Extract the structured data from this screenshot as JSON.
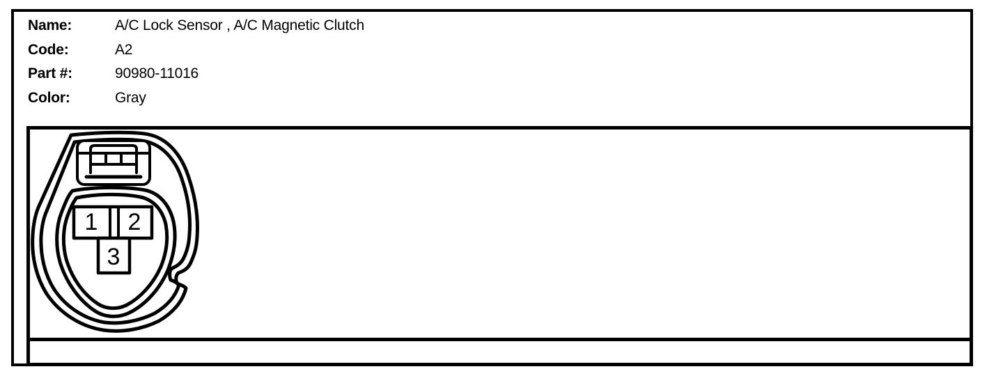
{
  "document": {
    "kind": "connector-pinout-page",
    "colors": {
      "ink": "#000000",
      "background": "#ffffff"
    }
  },
  "connector_info": {
    "fields": [
      {
        "label": "Name:",
        "value": "A/C Lock Sensor , A/C Magnetic Clutch"
      },
      {
        "label": "Code:",
        "value": "A2"
      },
      {
        "label": "Part #:",
        "value": "90980-11016"
      },
      {
        "label": "Color:",
        "value": "Gray"
      }
    ]
  },
  "diagram": {
    "type": "connector-face-view",
    "pins": [
      "1",
      "2",
      "3"
    ]
  }
}
